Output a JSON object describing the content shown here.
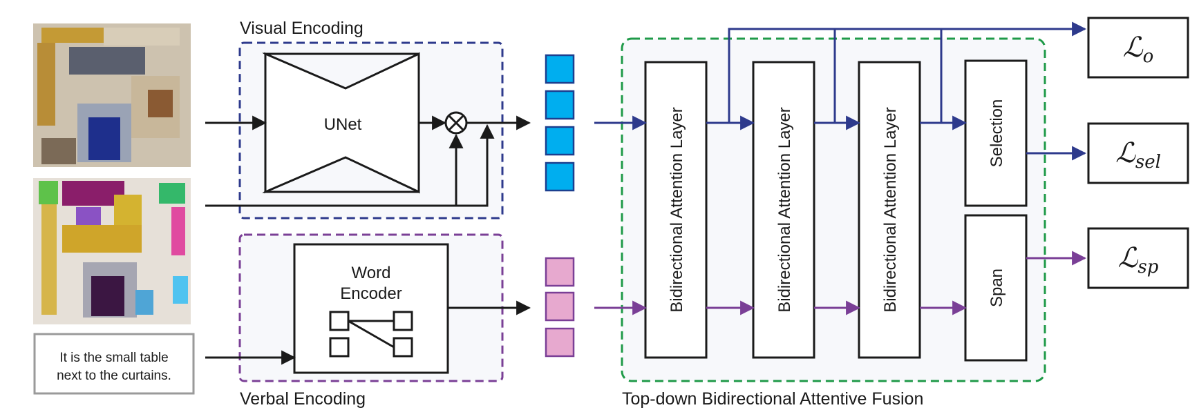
{
  "labels": {
    "visual_encoding": "Visual Encoding",
    "verbal_encoding": "Verbal Encoding",
    "fusion": "Top-down Bidirectional Attentive Fusion",
    "unet": "UNet",
    "word_encoder_line1": "Word",
    "word_encoder_line2": "Encoder",
    "bal1": "Bidirectional Attention Layer",
    "bal2": "Bidirectional Attention Layer",
    "bal3": "Bidirectional Attention Layer",
    "selection": "Selection",
    "span": "Span",
    "query_line1": "It is the small table",
    "query_line2": "next to the curtains."
  },
  "losses": {
    "o": {
      "main": "ℒ",
      "sub": "o"
    },
    "sel": {
      "main": "ℒ",
      "sub": "sel"
    },
    "sp": {
      "main": "ℒ",
      "sub": "sp"
    }
  },
  "colors": {
    "visual_box": "#2e3a8c",
    "verbal_box": "#7a3f96",
    "fusion_box": "#1f9a48",
    "visual_feature": "#00aeef",
    "verbal_feature": "#e7a9cf",
    "blue_arrow": "#2e3a8c",
    "purple_arrow": "#7a3f96"
  }
}
